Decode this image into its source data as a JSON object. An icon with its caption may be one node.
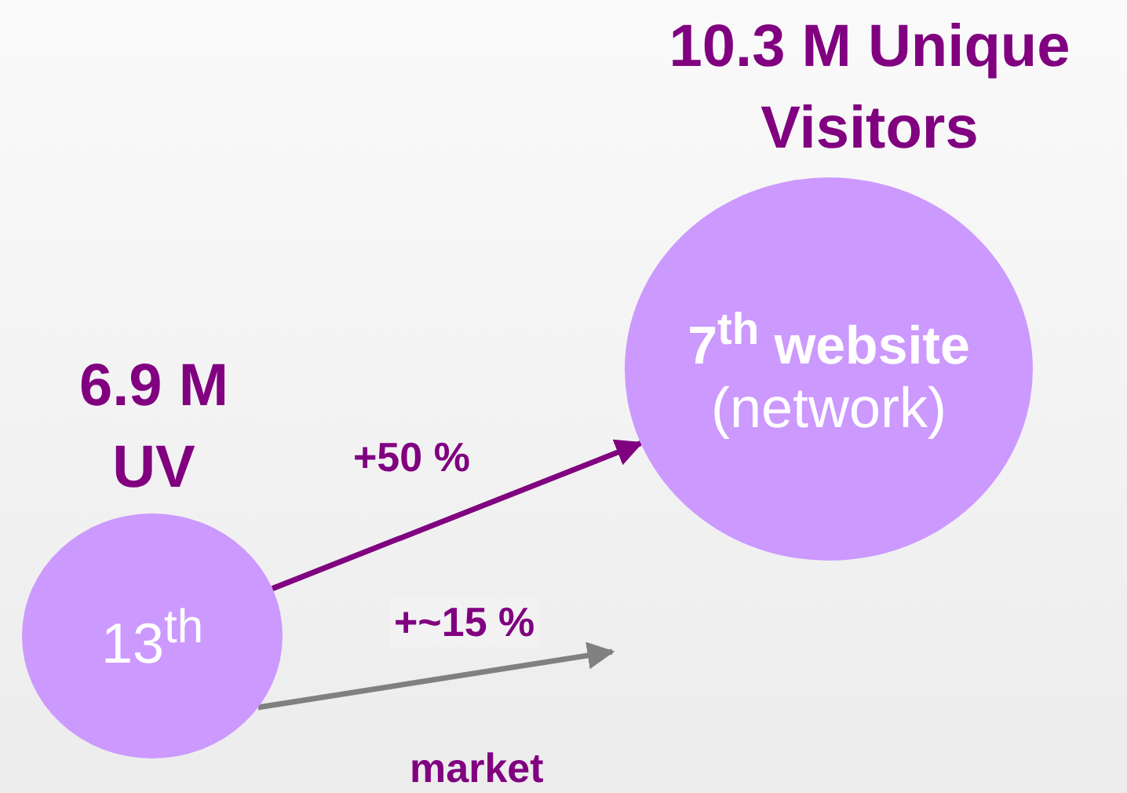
{
  "diagram": {
    "nodes": [
      {
        "text": [
          "6.9 M UV",
          "13$^{th}$"
        ]
      },
      {
        "text": [
          "10.3 M Unique Visitors",
          "7$^{th}$ website",
          "(network)"
        ]
      }
    ],
    "edges": [
      {
        "from": 0,
        "to": 1,
        "arrow": "to",
        "label": "+50 %"
      },
      {
        "from": 0,
        "to": null,
        "arrow": "to",
        "label": "+~15 %",
        "color": "#808080"
      }
    ],
    "labels": [
      "market"
    ]
  }
}
